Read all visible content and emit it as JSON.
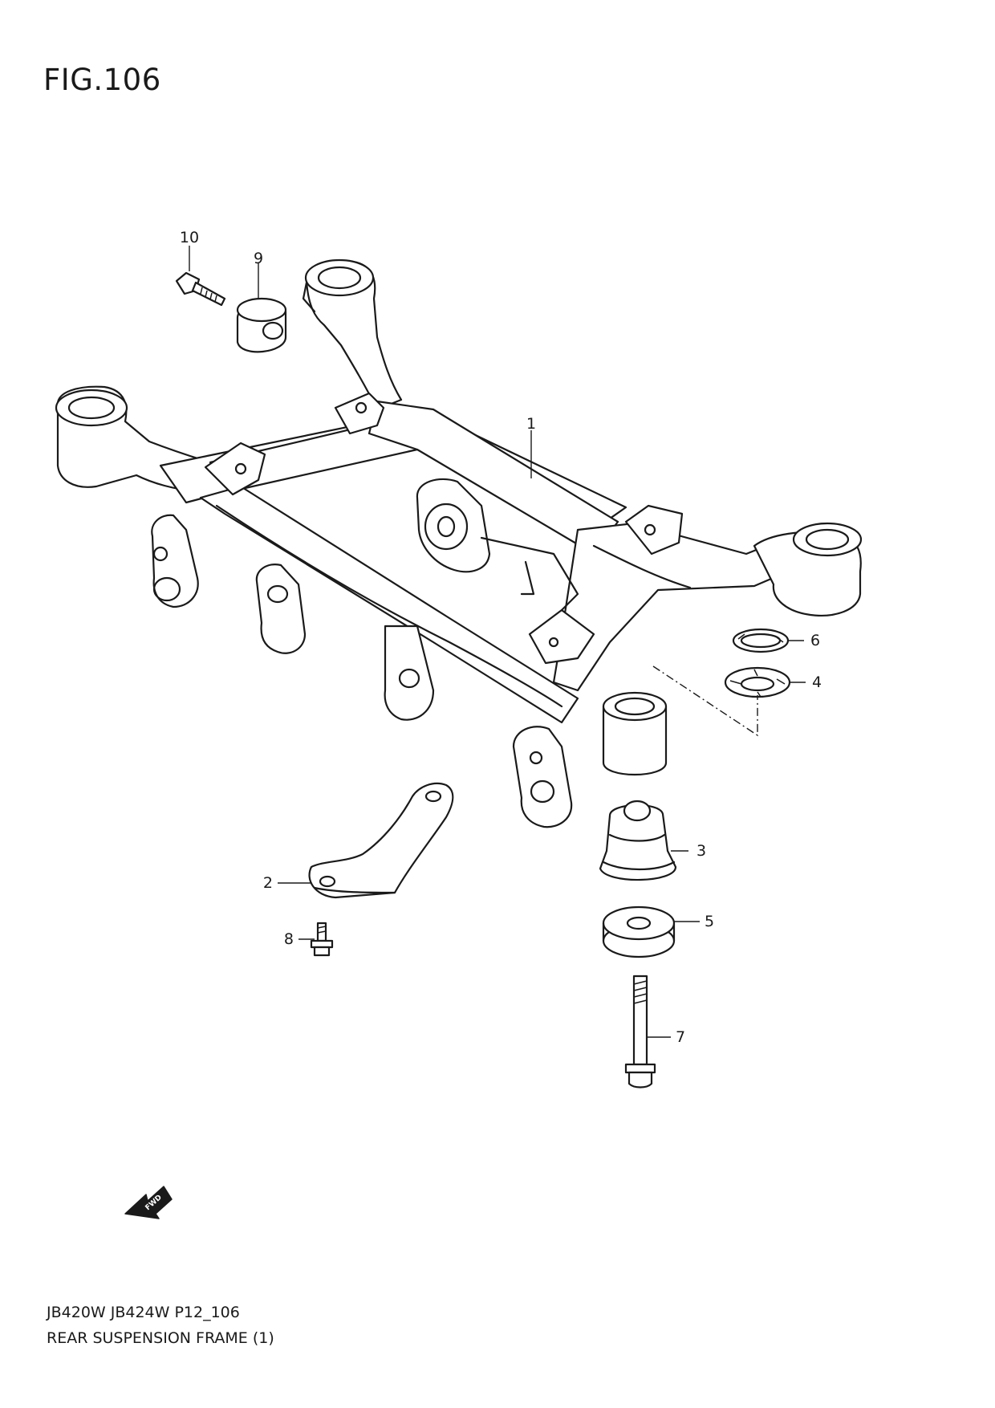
{
  "figure": {
    "title": "FIG.106"
  },
  "callouts": [
    {
      "id": "c1",
      "label": "1"
    },
    {
      "id": "c2",
      "label": "2"
    },
    {
      "id": "c3",
      "label": "3"
    },
    {
      "id": "c4",
      "label": "4"
    },
    {
      "id": "c5",
      "label": "5"
    },
    {
      "id": "c6",
      "label": "6"
    },
    {
      "id": "c7",
      "label": "7"
    },
    {
      "id": "c8",
      "label": "8"
    },
    {
      "id": "c9",
      "label": "9"
    },
    {
      "id": "c10",
      "label": "10"
    }
  ],
  "fwd_arrow": {
    "label": "FWD"
  },
  "footer": {
    "code": "JB420W JB424W P12_106",
    "title": "REAR SUSPENSION FRAME (1)"
  }
}
